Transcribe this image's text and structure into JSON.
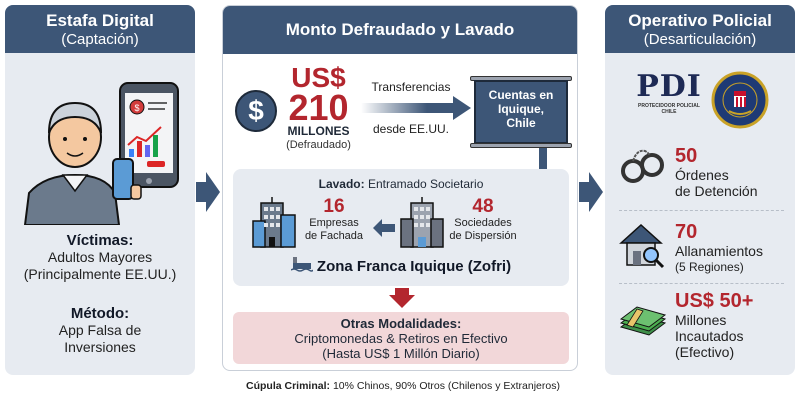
{
  "left_panel": {
    "title": "Estafa Digital",
    "subtitle": "(Captación)",
    "victims_label": "Víctimas:",
    "victims_line1": "Adultos Mayores",
    "victims_line2": "(Principalmente EE.UU.)",
    "method_label": "Método:",
    "method_line1": "App Falsa de",
    "method_line2": "Inversiones",
    "illustration_icon": "elderly-man-with-phone-icon",
    "app_icon": "fake-investment-app-phone-icon"
  },
  "center_panel": {
    "title": "Monto Defraudado y Lavado",
    "amount_prefix": "US$",
    "amount_value": "210",
    "amount_unit": "MILLONES",
    "amount_note": "(Defraudado)",
    "dollar_symbol": "$",
    "transfer_line1": "Transferencias",
    "transfer_line2": "desde EE.UU.",
    "accounts_line1": "Cuentas en",
    "accounts_line2": "Iquique,",
    "accounts_line3": "Chile",
    "laundering": {
      "title_bold": "Lavado:",
      "title_rest": " Entramado Societario",
      "front_companies_count": "16",
      "front_companies_line1": "Empresas",
      "front_companies_line2": "de Fachada",
      "dispersion_count": "48",
      "dispersion_line1": "Sociedades",
      "dispersion_line2": "de Dispersión",
      "zone": "Zona Franca Iquique (Zofri)"
    },
    "other": {
      "title": "Otras Modalidades:",
      "line1": "Criptomonedas & Retiros en Efectivo",
      "line2": "(Hasta US$ 1 Millón Diario)"
    }
  },
  "footer": {
    "label": "Cúpula Criminal:",
    "text": " 10% Chinos, 90% Otros (Chilenos y Extranjeros)"
  },
  "right_panel": {
    "title": "Operativo Policial",
    "subtitle": "(Desarticulación)",
    "pdi_logo": "PDI",
    "pdi_sub1": "PROTECIDOOR POLICIAL",
    "pdi_sub2": "CHILE",
    "stats": [
      {
        "value": "50",
        "line1": "Órdenes",
        "line2": "de Detención",
        "icon": "handcuffs-icon"
      },
      {
        "value": "70",
        "line1": "Allanamientos",
        "line2": "(5 Regiones)",
        "icon": "house-search-icon"
      },
      {
        "value": "US$ 50+",
        "line1": "Millones",
        "line2": "Incautados",
        "line3": "(Efectivo)",
        "icon": "cash-stack-icon"
      }
    ]
  },
  "colors": {
    "header_blue": "#3d5677",
    "accent_red": "#b3262e",
    "panel_bg": "#e7ebf1",
    "pink_box": "#f2d7d9"
  }
}
